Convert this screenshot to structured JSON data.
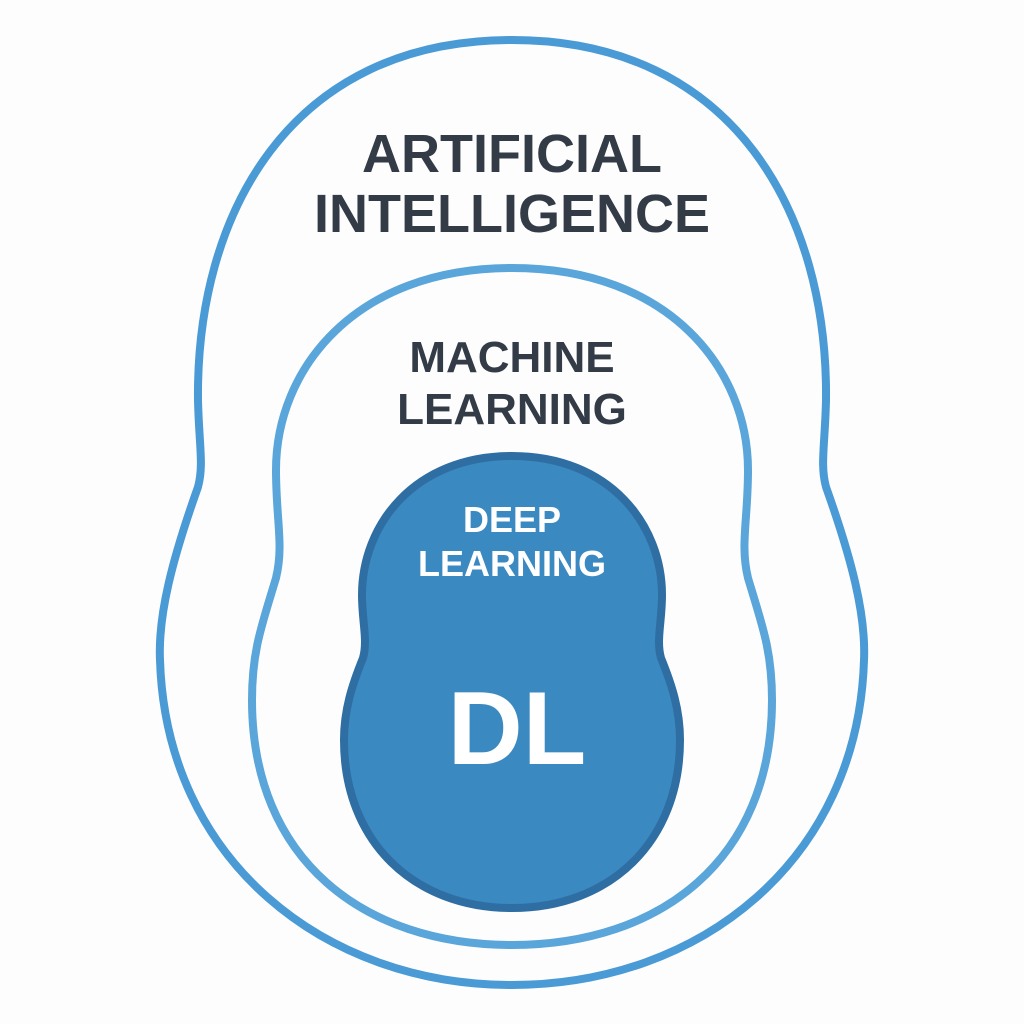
{
  "diagram": {
    "outer": {
      "title_line1": "ARTIFICIAL",
      "title_line2": "INTELLIGENCE",
      "stroke": "#4a9ad6"
    },
    "middle": {
      "title_line1": "MACHINE",
      "title_line2": "LEARNING",
      "stroke": "#5aa5da"
    },
    "inner": {
      "title_line1": "DEEP",
      "title_line2": "LEARNING",
      "abbreviation": "DL",
      "fill": "#3b89c1",
      "stroke": "#2e6ea3"
    }
  }
}
